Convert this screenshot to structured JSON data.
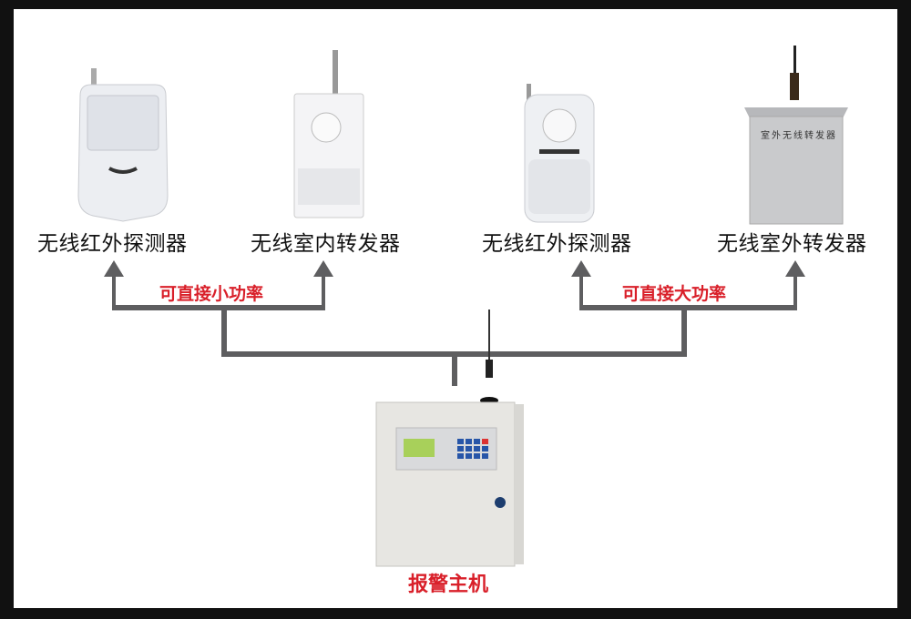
{
  "devices": [
    {
      "name": "无线红外探测器",
      "type": "pir-detector"
    },
    {
      "name": "无线室内转发器",
      "type": "indoor-repeater"
    },
    {
      "name": "无线红外探测器",
      "type": "pir-detector-2"
    },
    {
      "name": "无线室外转发器",
      "type": "outdoor-repeater",
      "panel_text": "室外无线转发器"
    }
  ],
  "connections": {
    "left_note": "可直接小功率",
    "right_note": "可直接大功率"
  },
  "host": {
    "name": "报警主机"
  },
  "colors": {
    "line": "#5e5e60",
    "note": "#d9202a",
    "frame": "#111111"
  }
}
